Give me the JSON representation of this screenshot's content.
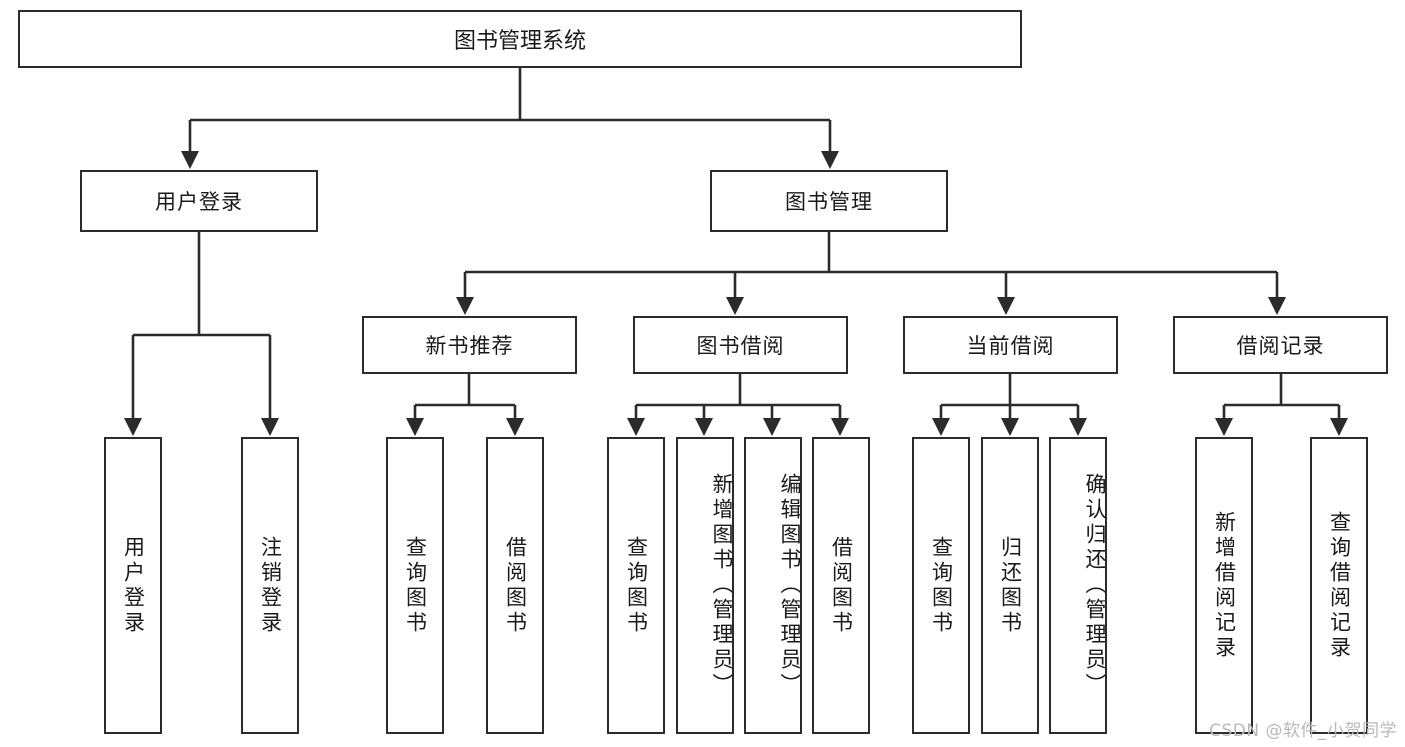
{
  "diagram": {
    "type": "tree-hierarchy",
    "title_node": {
      "label": "图书管理系统"
    },
    "level2": [
      {
        "id": "user-login",
        "label": "用户登录"
      },
      {
        "id": "book-management",
        "label": "图书管理"
      }
    ],
    "level3": [
      {
        "id": "new-book-recommend",
        "label": "新书推荐"
      },
      {
        "id": "book-borrow",
        "label": "图书借阅"
      },
      {
        "id": "current-borrow",
        "label": "当前借阅"
      },
      {
        "id": "borrow-record",
        "label": "借阅记录"
      }
    ],
    "leaves": {
      "user_login": [
        {
          "id": "leaf-user-login",
          "label": "用户登录"
        },
        {
          "id": "leaf-user-logout",
          "label": "注销登录"
        }
      ],
      "new_book_recommend": [
        {
          "id": "leaf-query-book-1",
          "label": "查询图书"
        },
        {
          "id": "leaf-borrow-book-1",
          "label": "借阅图书"
        }
      ],
      "book_borrow": [
        {
          "id": "leaf-query-book-2",
          "label": "查询图书"
        },
        {
          "id": "leaf-add-book",
          "label": "新增图书（管理员）"
        },
        {
          "id": "leaf-edit-book",
          "label": "编辑图书（管理员）"
        },
        {
          "id": "leaf-borrow-book-2",
          "label": "借阅图书"
        }
      ],
      "current_borrow": [
        {
          "id": "leaf-query-book-3",
          "label": "查询图书"
        },
        {
          "id": "leaf-return-book",
          "label": "归还图书"
        },
        {
          "id": "leaf-confirm-return",
          "label": "确认归还（管理员）"
        }
      ],
      "borrow_record": [
        {
          "id": "leaf-add-record",
          "label": "新增借阅记录"
        },
        {
          "id": "leaf-query-record",
          "label": "查询借阅记录"
        }
      ]
    },
    "watermark": "CSDN @软件_小贺同学",
    "colors": {
      "stroke": "#2b2b2b",
      "background": "#ffffff",
      "text": "#1a1a1a",
      "watermark": "#b9b9b9"
    }
  }
}
